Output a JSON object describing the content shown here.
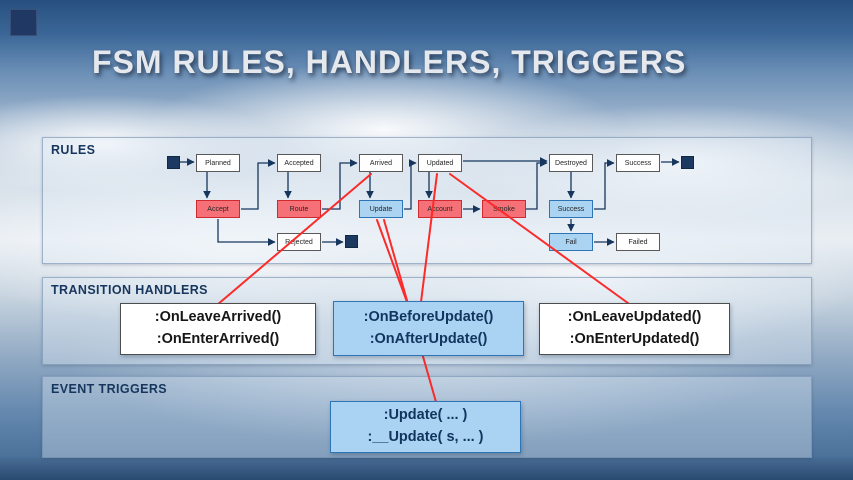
{
  "slide": {
    "title": "FSM RULES, HANDLERS, TRIGGERS"
  },
  "panels": {
    "rules": "RULES",
    "handlers": "TRANSITION HANDLERS",
    "triggers": "EVENT TRIGGERS"
  },
  "fsm": {
    "states": {
      "planned": "Planned",
      "accepted": "Accepted",
      "arrived": "Arrived",
      "updated": "Updated",
      "destroyed": "Destroyed",
      "success": "Success",
      "rejected": "Rejected",
      "failed": "Failed"
    },
    "actions": {
      "accept": "Accept",
      "route": "Route",
      "update": "Update",
      "account": "Account",
      "smoke": "Smoke",
      "success": "Success",
      "fail": "Fail"
    }
  },
  "handlers": {
    "arrived": {
      "line1": ":OnLeaveArrived()",
      "line2": ":OnEnterArrived()"
    },
    "update": {
      "line1": ":OnBeforeUpdate()",
      "line2": ":OnAfterUpdate()"
    },
    "updated": {
      "line1": ":OnLeaveUpdated()",
      "line2": ":OnEnterUpdated()"
    }
  },
  "triggers": {
    "update": {
      "line1": ":Update( ... )",
      "line2": ":__Update( s, ... )"
    }
  },
  "colors": {
    "navy": "#17365d",
    "red_node": "#f57077",
    "blue_node": "#abd3f2",
    "red_line": "#fb2b2a",
    "corner_square": "#1f3864"
  }
}
